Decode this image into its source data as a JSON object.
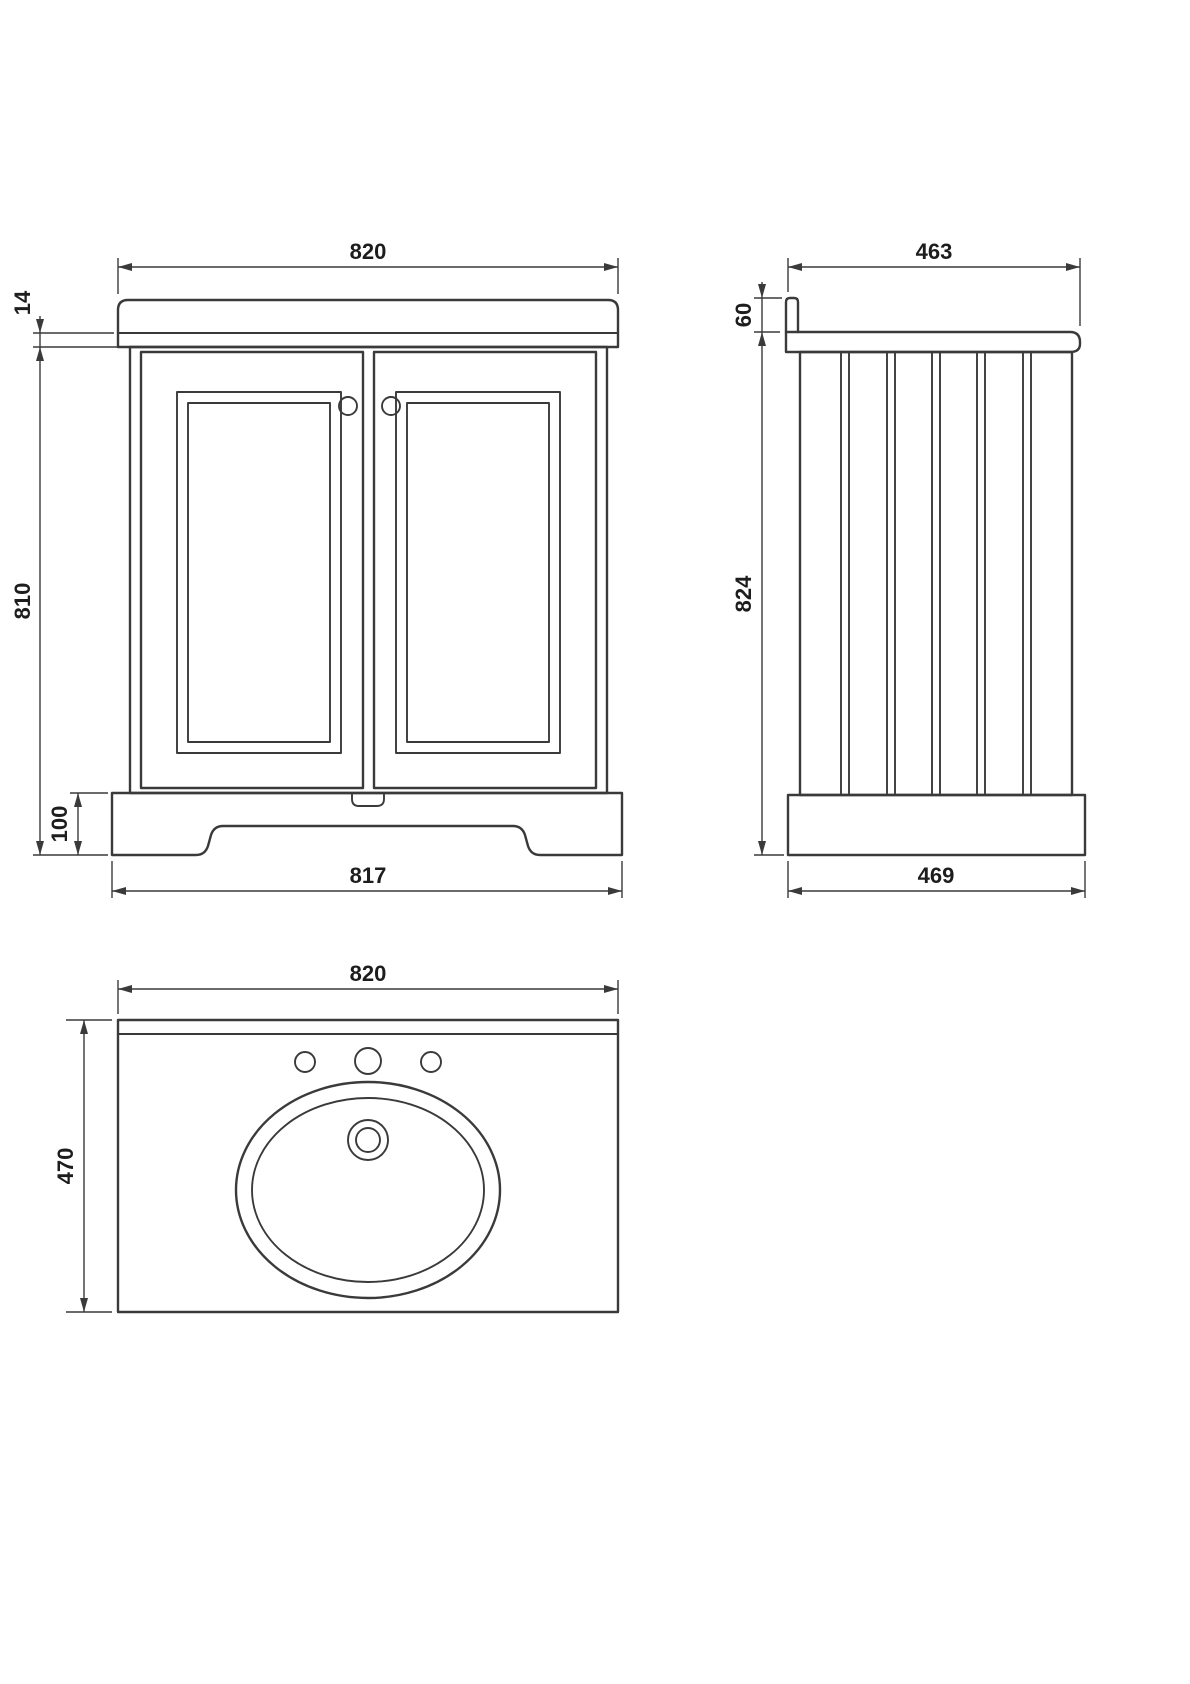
{
  "page": {
    "background_color": "#ffffff",
    "line_color": "#3a3a3a",
    "text_color": "#1d1d1d"
  },
  "drawing": {
    "type": "technical-drawing",
    "views": {
      "front": {
        "dimensions": {
          "top_width": "820",
          "worktop_edge": "14",
          "cabinet_height": "810",
          "plinth_height": "100",
          "base_width": "817"
        }
      },
      "side": {
        "dimensions": {
          "top_depth": "463",
          "upstand_height": "60",
          "overall_height": "824",
          "base_depth": "469"
        }
      },
      "plan": {
        "dimensions": {
          "width": "820",
          "depth": "470"
        }
      }
    }
  }
}
